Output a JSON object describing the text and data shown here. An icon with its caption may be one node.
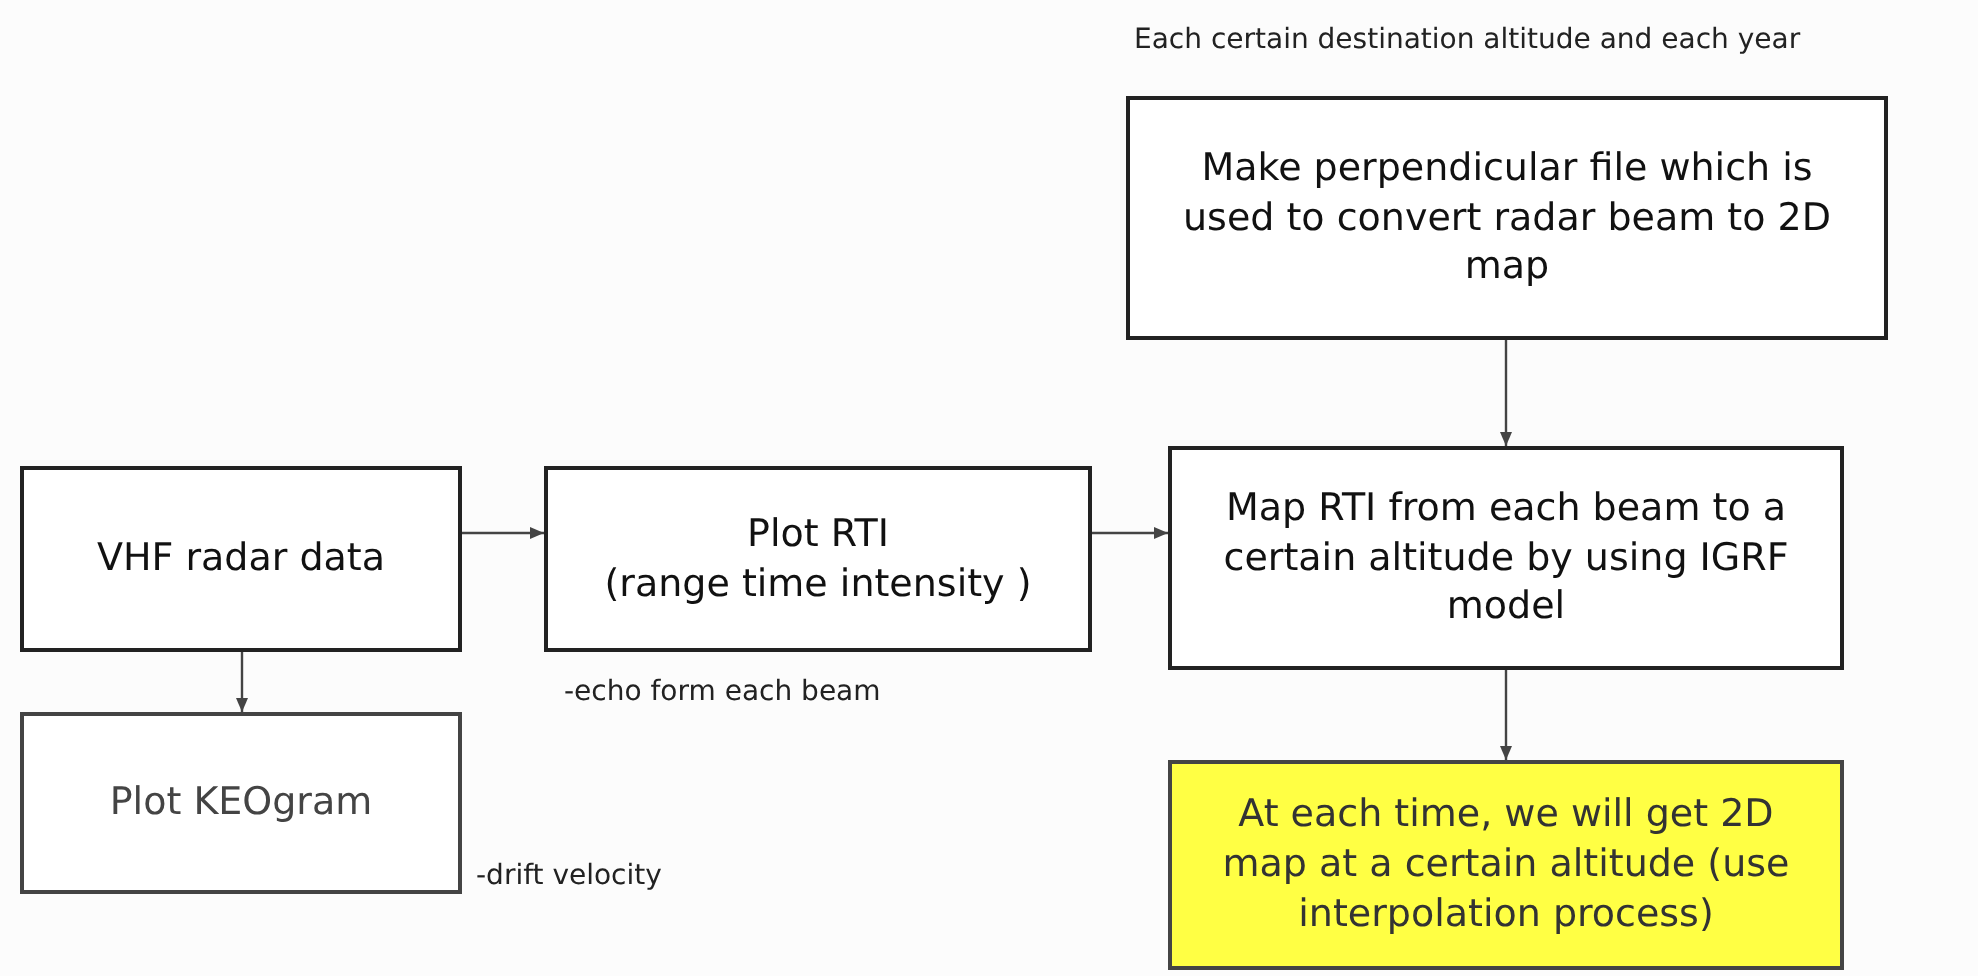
{
  "diagram": {
    "nodes": [
      {
        "text": [
          "Make perpendicular file which is used to convert radar beam to 2D map"
        ],
        "beside": [
          "Each certain destination altitude and each year"
        ]
      },
      {
        "text": [
          "VHF radar data"
        ]
      },
      {
        "text": [
          "Plot RTI",
          "(range time intensity )"
        ],
        "beside": [
          "-echo form each beam"
        ]
      },
      {
        "text": [
          "Map RTI from each beam to a certain altitude by using IGRF model"
        ]
      },
      {
        "text": [
          "Plot KEOgram"
        ],
        "beside": [
          "-drift velocity"
        ]
      },
      {
        "text": [
          "At each time, we will get 2D map at a certain altitude (use interpolation process)"
        ]
      }
    ],
    "edges": [
      {
        "from": 1,
        "to": 2,
        "arrow": "to"
      },
      {
        "from": 2,
        "to": 3,
        "arrow": "to"
      },
      {
        "from": 0,
        "to": 3,
        "arrow": "to"
      },
      {
        "from": 3,
        "to": 5,
        "arrow": "to"
      },
      {
        "from": 1,
        "to": 4,
        "arrow": "to"
      }
    ]
  }
}
